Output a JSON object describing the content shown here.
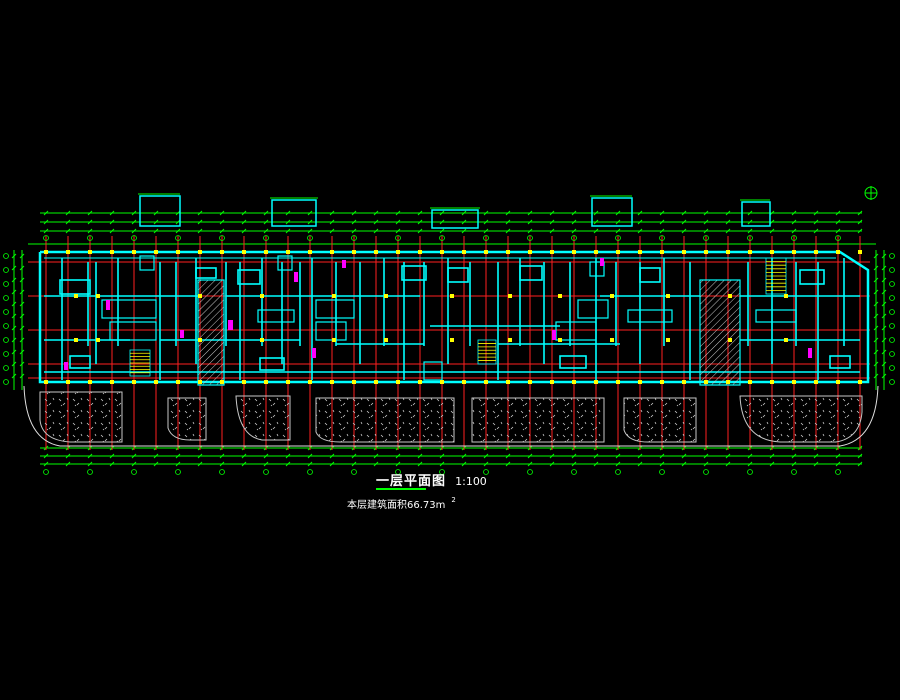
{
  "drawing": {
    "title": "一层平面图",
    "scale": "1:100",
    "area_note": "本层建筑面积66.73m",
    "area_unit_superscript": "2"
  },
  "colors": {
    "background": "#000000",
    "wall": "#00ffff",
    "axis_line": "#ff2020",
    "dimension": "#00ff00",
    "column": "#ffff00",
    "door": "#ff00ff",
    "hatch": "#c8c8c8",
    "text": "#ffffff"
  },
  "icons": {
    "north_arrow": "north-arrow-icon"
  }
}
